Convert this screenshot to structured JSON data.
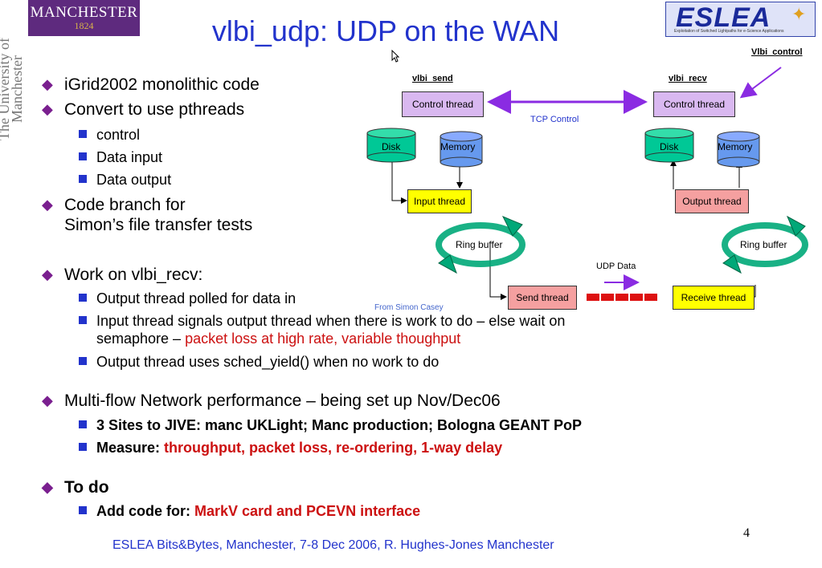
{
  "header": {
    "logo_left_word": "MANCHESTER",
    "logo_left_year": "1824",
    "university_text": "The University of Manchester",
    "title": "vlbi_udp: UDP on the WAN",
    "logo_right_word": "ESLEA",
    "logo_right_sub": "Exploitation of Switched Lightpaths for e-Science Applications"
  },
  "bullets": {
    "b1": "iGrid2002 monolithic code",
    "b2": "Convert to use pthreads",
    "b2_sub": [
      "control",
      "Data input",
      "Data output"
    ],
    "b3_line1": "Code branch for",
    "b3_line2": "Simon’s file transfer tests",
    "b4": "Work on vlbi_recv:",
    "b4_sub1": "Output thread polled for data in",
    "b4_sub2_line1": "Input thread signals output thread when there is work to do – else wait on",
    "b4_sub2_line2_a": "semaphore – ",
    "b4_sub2_line2_b": "packet loss at high rate, variable thoughput",
    "b4_sub3": "Output thread uses sched_yield() when no work to do",
    "b5": "Multi-flow Network performance – being set up Nov/Dec06",
    "b5_sub1": "3 Sites to JIVE: manc UKLight; Manc production; Bologna GEANT PoP",
    "b5_sub2_a": "Measure: ",
    "b5_sub2_b": "throughput, packet loss, re-ordering, 1-way delay",
    "b6": "To do",
    "b6_sub_a": "Add code for: ",
    "b6_sub_b": "MarkV card and PCEVN interface"
  },
  "diagram": {
    "send_label": "vlbi_send",
    "recv_label": "vlbi_recv",
    "control_label": "Vlbi_control",
    "control_thread": "Control thread",
    "tcp_control": "TCP Control",
    "disk": "Disk",
    "memory": "Memory",
    "input_thread": "Input thread",
    "output_thread": "Output thread",
    "ring_buffer": "Ring buffer",
    "send_thread": "Send thread",
    "receive_thread": "Receive thread",
    "udp_data": "UDP Data",
    "credit": "From Simon Casey"
  },
  "footer": {
    "text": "ESLEA Bits&Bytes, Manchester, 7-8 Dec 2006,  R. Hughes-Jones  Manchester",
    "page": "4"
  },
  "colors": {
    "title": "#2233cc",
    "emphasis": "#cc1111",
    "bullet1": "#7a1f8f",
    "bullet2": "#2233cc"
  }
}
